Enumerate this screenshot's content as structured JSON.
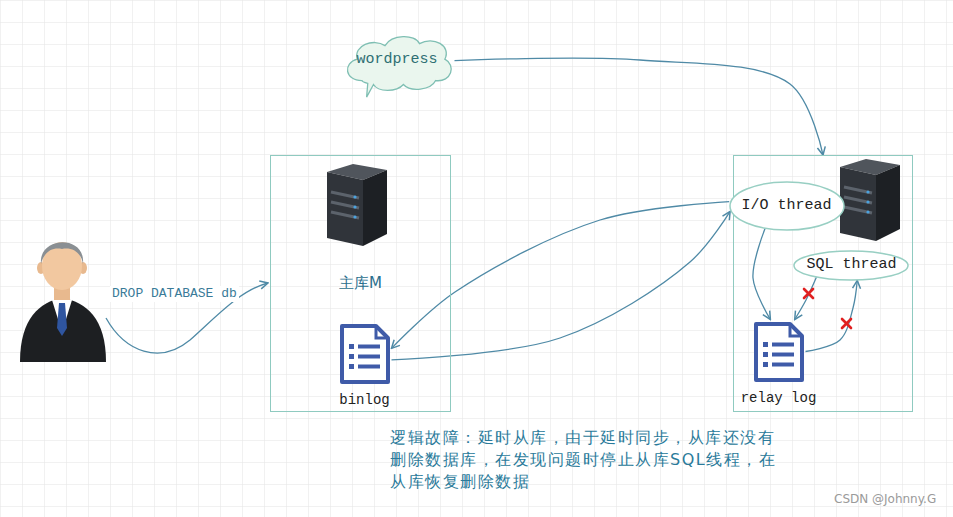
{
  "diagram": {
    "nodes": [
      {
        "text": [
          "wordpress"
        ]
      },
      {
        "text": [
          "主库M"
        ]
      },
      {
        "text": [
          "binlog"
        ],
        "in": 1
      },
      {
        "text": []
      },
      {
        "text": [
          "I/O thread"
        ],
        "in": 3
      },
      {
        "text": [
          "SQL thread"
        ],
        "in": 3
      },
      {
        "text": [
          "relay log"
        ],
        "in": 3
      }
    ],
    "edges": [
      {
        "from": 0,
        "to": 3,
        "arrow": "to"
      },
      {
        "from": 4,
        "to": 2,
        "arrow": "to"
      },
      {
        "from": 2,
        "to": 4,
        "arrow": "to"
      },
      {
        "from": 4,
        "to": 6,
        "arrow": "to"
      },
      {
        "from": 5,
        "to": 6,
        "arrow": "to"
      },
      {
        "from": 6,
        "to": 5,
        "arrow": "to"
      }
    ],
    "labels": [
      "DROP DATABASE db",
      "逻辑故障：延时从库，由于延时同步，从库还没有 删除数据库，在发现问题时停止从库SQL线程，在 从库恢复删除数据",
      "CSDN @Johnny.G"
    ]
  }
}
